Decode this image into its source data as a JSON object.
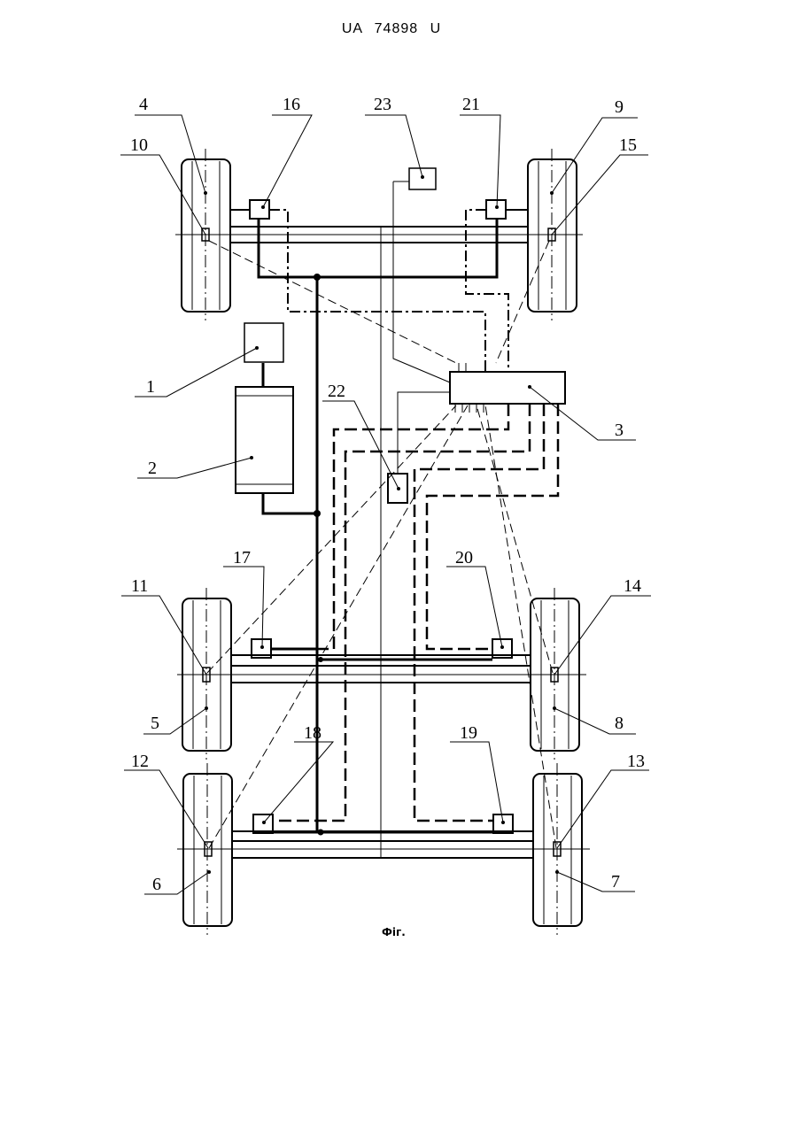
{
  "header": {
    "patent_number": "UA   74898   U"
  },
  "caption": "Фіг.",
  "labels": {
    "l1": "1",
    "l2": "2",
    "l3": "3",
    "l4": "4",
    "l5": "5",
    "l6": "6",
    "l7": "7",
    "l8": "8",
    "l9": "9",
    "l10": "10",
    "l11": "11",
    "l12": "12",
    "l13": "13",
    "l14": "14",
    "l15": "15",
    "l16": "16",
    "l17": "17",
    "l18": "18",
    "l19": "19",
    "l20": "20",
    "l21": "21",
    "l22": "22",
    "l23": "23"
  }
}
